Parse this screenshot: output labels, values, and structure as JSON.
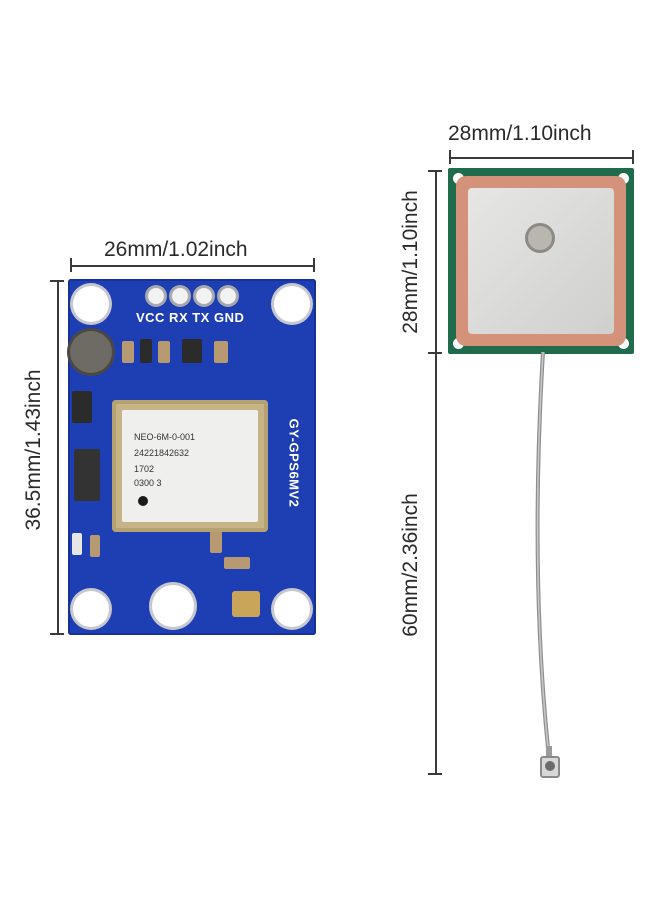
{
  "dimensions": {
    "board_width": "26mm/1.02inch",
    "board_height": "36.5mm/1.43inch",
    "antenna_width": "28mm/1.10inch",
    "antenna_height": "28mm/1.10inch",
    "cable_length": "60mm/2.36inch"
  },
  "board": {
    "pin_labels": "VCC RX TX GND",
    "model_label": "GY-GPS6MV2",
    "chip_lines": [
      "NEO-6M-0-001",
      "24221842632",
      "1702",
      "0300   3"
    ]
  },
  "colors": {
    "pcb": "#1e3fb4",
    "antenna_board": "#1f6b4c",
    "ceramic": "#d4927a"
  }
}
